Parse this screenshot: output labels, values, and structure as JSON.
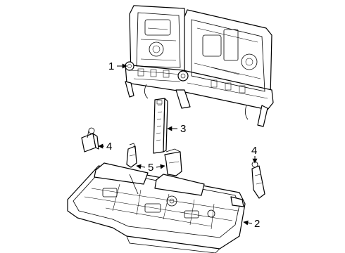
{
  "diagram": {
    "callouts": [
      {
        "label": "1",
        "part": "seat-back-frame"
      },
      {
        "label": "2",
        "part": "seat-cushion-frame"
      },
      {
        "label": "3",
        "part": "vertical-bracket"
      },
      {
        "label": "4",
        "part": "left-hinge-bracket"
      },
      {
        "label": "4",
        "part": "right-side-bracket"
      },
      {
        "label": "5",
        "part": "center-clip-brackets"
      }
    ]
  }
}
